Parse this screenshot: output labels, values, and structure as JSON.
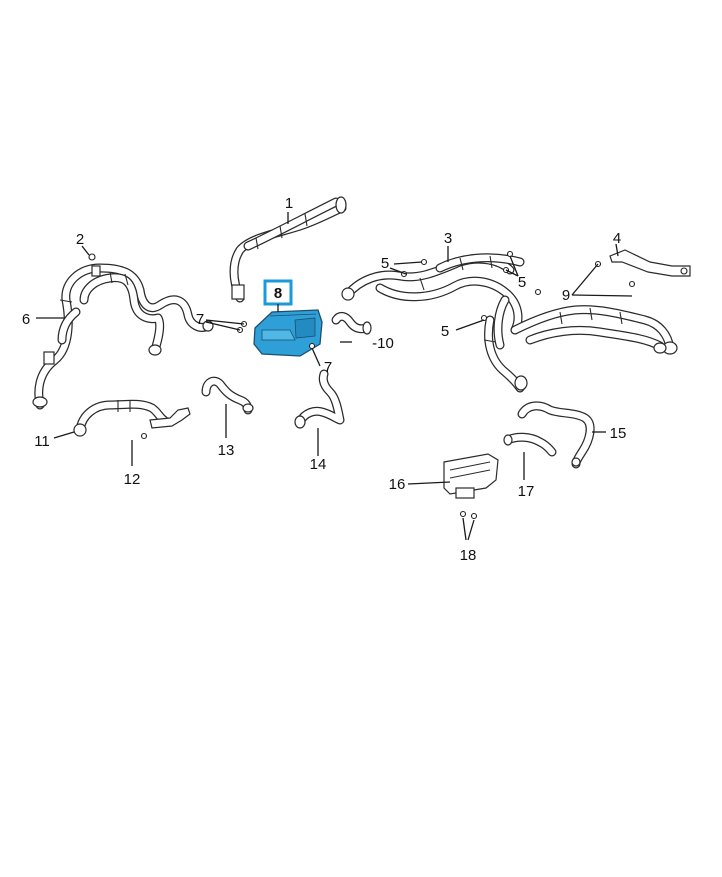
{
  "labels": {
    "l1": "1",
    "l2": "2",
    "l3": "3",
    "l4": "4",
    "l5a": "5",
    "l5b": "5",
    "l5c": "5",
    "l6": "6",
    "l7a": "7",
    "l7b": "7",
    "l8": "8",
    "l9": "9",
    "l10": "-10",
    "l11": "11",
    "l12": "12",
    "l13": "13",
    "l14": "14",
    "l15": "15",
    "l16": "16",
    "l17": "17",
    "l18": "18"
  },
  "colors": {
    "highlight": "#1a9bd7",
    "module_fill": "#2f9fd8",
    "line": "#2b2b2b"
  }
}
